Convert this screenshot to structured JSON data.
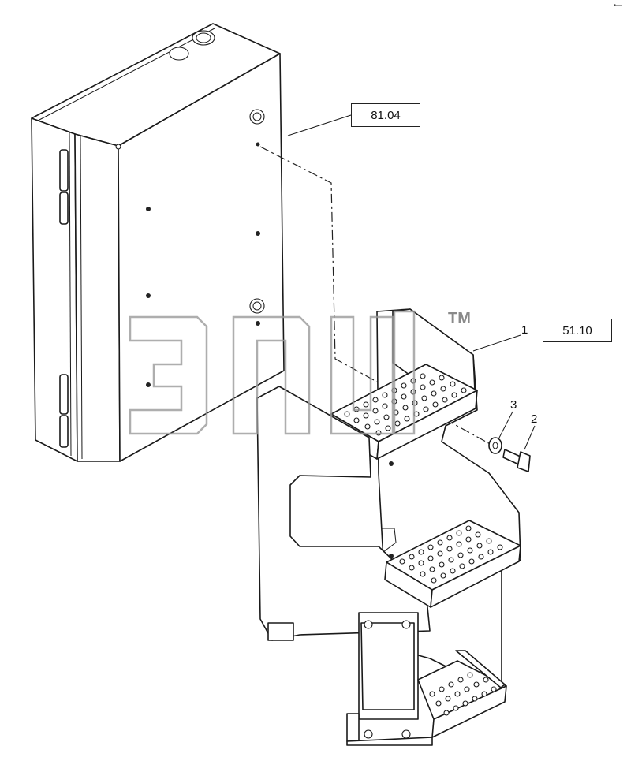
{
  "references": {
    "ref_top": "81.04",
    "ref_right": "51.10"
  },
  "callouts": {
    "item_1": "1",
    "item_2": "2",
    "item_3": "3"
  },
  "watermark": {
    "trademark": "TM"
  },
  "corner_mark": "•—"
}
